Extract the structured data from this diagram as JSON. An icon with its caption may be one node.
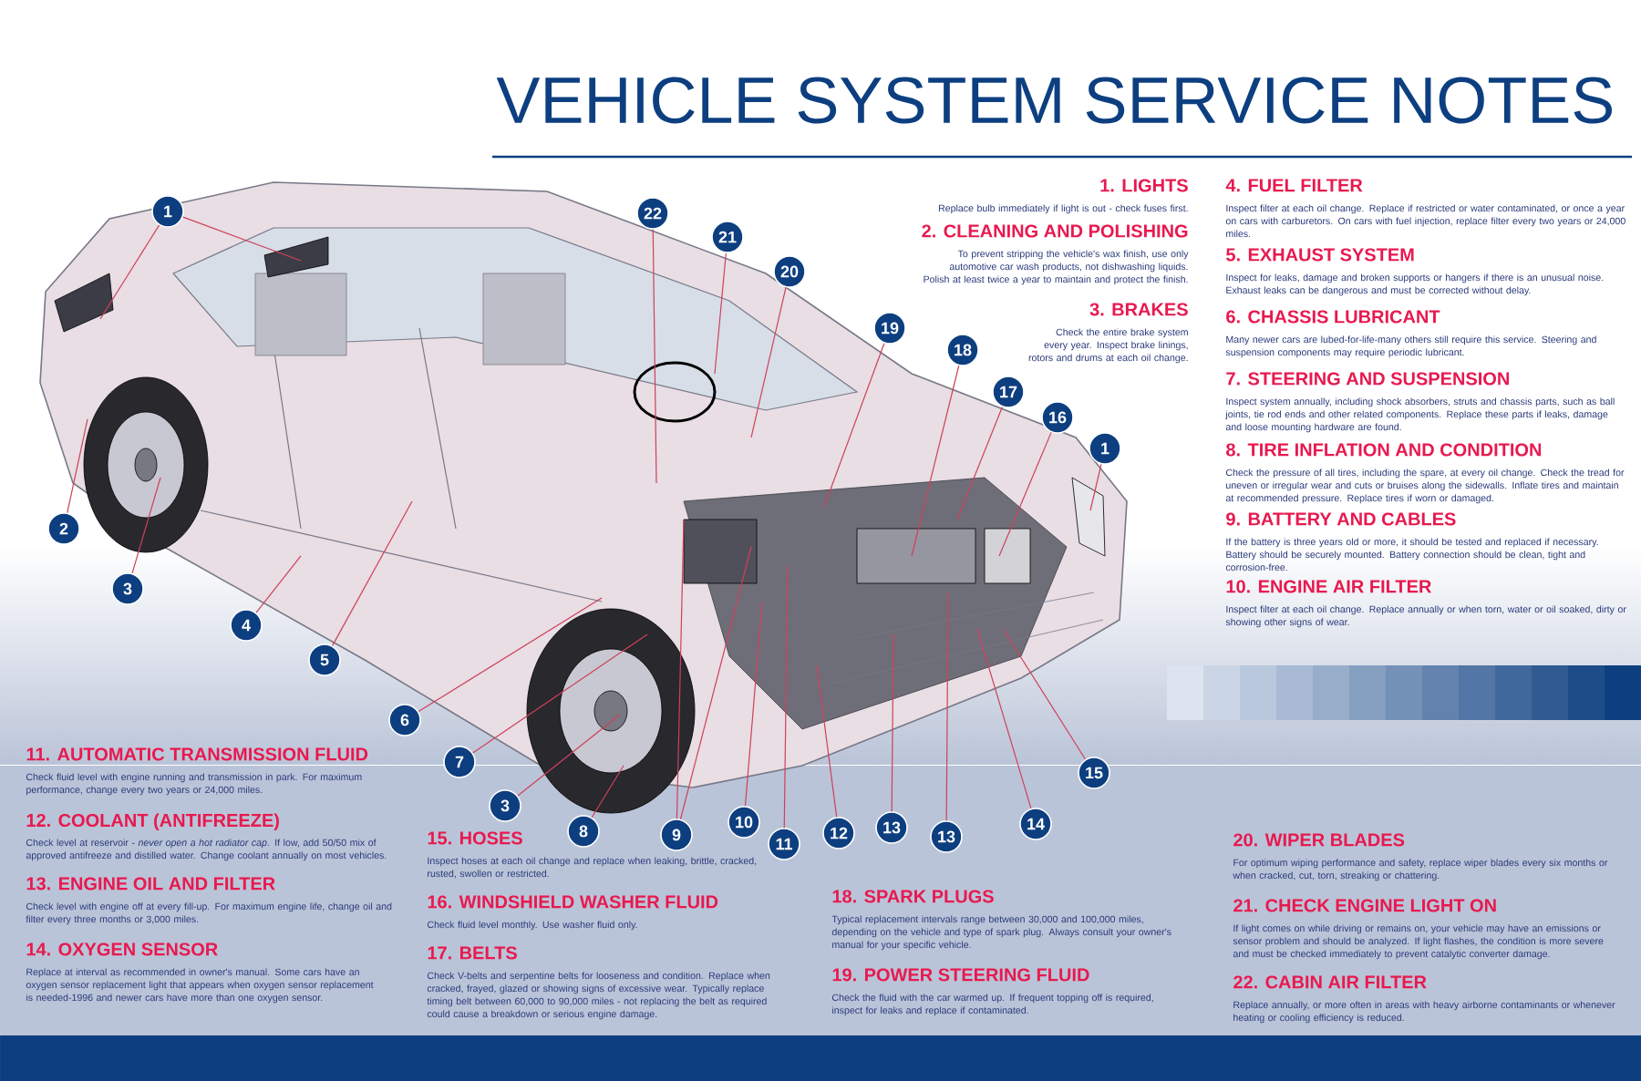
{
  "diagram": {
    "title": "VEHICLE SYSTEM SERVICE NOTES",
    "nodes": [
      {
        "text": [
          "1"
        ]
      },
      {
        "text": [
          "22"
        ]
      },
      {
        "text": [
          "21"
        ]
      },
      {
        "text": [
          "20"
        ]
      },
      {
        "text": [
          "19"
        ]
      },
      {
        "text": [
          "18"
        ]
      },
      {
        "text": [
          "17"
        ]
      },
      {
        "text": [
          "16"
        ]
      },
      {
        "text": [
          "1"
        ]
      },
      {
        "text": [
          "2"
        ]
      },
      {
        "text": [
          "3"
        ]
      },
      {
        "text": [
          "4"
        ]
      },
      {
        "text": [
          "5"
        ]
      },
      {
        "text": [
          "6"
        ]
      },
      {
        "text": [
          "7"
        ]
      },
      {
        "text": [
          "3"
        ]
      },
      {
        "text": [
          "8"
        ]
      },
      {
        "text": [
          "9"
        ]
      },
      {
        "text": [
          "10"
        ]
      },
      {
        "text": [
          "11"
        ]
      },
      {
        "text": [
          "12"
        ]
      },
      {
        "text": [
          "13"
        ]
      },
      {
        "text": [
          "13"
        ]
      },
      {
        "text": [
          "14"
        ]
      },
      {
        "text": [
          "15"
        ]
      }
    ],
    "edges": [
      {
        "from": 0,
        "to": null,
        "arrow": "none"
      },
      {
        "from": 0,
        "to": null,
        "arrow": "none"
      },
      {
        "from": 1,
        "to": null,
        "arrow": "none"
      },
      {
        "from": 2,
        "to": null,
        "arrow": "none"
      },
      {
        "from": 3,
        "to": null,
        "arrow": "none"
      },
      {
        "from": 4,
        "to": null,
        "arrow": "none"
      },
      {
        "from": 5,
        "to": null,
        "arrow": "none"
      },
      {
        "from": 6,
        "to": null,
        "arrow": "none"
      },
      {
        "from": 7,
        "to": null,
        "arrow": "none"
      },
      {
        "from": 8,
        "to": null,
        "arrow": "none"
      },
      {
        "from": 9,
        "to": null,
        "arrow": "none"
      },
      {
        "from": 10,
        "to": null,
        "arrow": "none"
      },
      {
        "from": 11,
        "to": null,
        "arrow": "none"
      },
      {
        "from": 12,
        "to": null,
        "arrow": "none"
      },
      {
        "from": 13,
        "to": null,
        "arrow": "none"
      },
      {
        "from": 14,
        "to": null,
        "arrow": "none"
      },
      {
        "from": 15,
        "to": null,
        "arrow": "none"
      },
      {
        "from": 16,
        "to": null,
        "arrow": "none"
      },
      {
        "from": 17,
        "to": null,
        "arrow": "none"
      },
      {
        "from": 17,
        "to": null,
        "arrow": "none"
      },
      {
        "from": 18,
        "to": null,
        "arrow": "none"
      },
      {
        "from": 19,
        "to": null,
        "arrow": "none"
      },
      {
        "from": 20,
        "to": null,
        "arrow": "none"
      },
      {
        "from": 21,
        "to": null,
        "arrow": "none"
      },
      {
        "from": 22,
        "to": null,
        "arrow": "none"
      },
      {
        "from": 23,
        "to": null,
        "arrow": "none"
      },
      {
        "from": 24,
        "to": null,
        "arrow": "none"
      }
    ],
    "labels": [
      "1. LIGHTS",
      "Replace bulb immediately if light is out - check fuses first.",
      "2. CLEANING AND POLISHING",
      "To prevent stripping the vehicle's wax finish, use only automotive car wash products, not dishwashing liquids. Polish at least twice a year to maintain and protect the finish.",
      "3. BRAKES",
      "Check the entire brake system every year. Inspect brake linings, rotors and drums at each oil change.",
      "4. FUEL FILTER",
      "Inspect filter at each oil change. Replace if restricted or water contaminated, or once a year on cars with carburetors. On cars with fuel injection, replace filter every two years or 24,000 miles.",
      "5. EXHAUST SYSTEM",
      "Inspect for leaks, damage and broken supports or hangers if there is an unusual noise. Exhaust leaks can be dangerous and must be corrected without delay.",
      "6. CHASSIS LUBRICANT",
      "Many newer cars are lubed-for-life-many others still require this service. Steering and suspension components may require periodic lubricant.",
      "7. STEERING AND SUSPENSION",
      "Inspect system annually, including shock absorbers, struts and chassis parts, such as ball joints, tie rod ends and other related components. Replace these parts if leaks, damage and loose mounting hardware are found.",
      "8. TIRE INFLATION AND CONDITION",
      "Check the pressure of all tires, including the spare, at every oil change. Check the tread for uneven or irregular wear and cuts or bruises along the sidewalls. Inflate tires and maintain at recommended pressure. Replace tires if worn or damaged.",
      "9. BATTERY AND CABLES",
      "If the battery is three years old or more, it should be tested and replaced if necessary. Battery should be securely mounted. Battery connection should be clean, tight and corrosion-free.",
      "10. ENGINE AIR FILTER",
      "Inspect filter at each oil change. Replace annually or when torn, water or oil soaked, dirty or showing other signs of wear.",
      "11. AUTOMATIC TRANSMISSION FLUID",
      "Check fluid level with engine running and transmission in park. For maximum performance, change every two years or 24,000 miles.",
      "12. COOLANT (ANTIFREEZE)",
      "Check level at reservoir - *never open a hot radiator cap*. If low, add 50/50 mix of approved antifreeze and distilled water. Change coolant annually on most vehicles.",
      "13. ENGINE OIL AND FILTER",
      "Check level with engine off at every fill-up. For maximum engine life, change oil and filter every three months or 3,000 miles.",
      "14. OXYGEN SENSOR",
      "Replace at interval as recommended in owner's manual. Some cars have an oxygen sensor replacement light that appears when oxygen sensor replacement is needed-1996 and newer cars have more than one oxygen sensor.",
      "15. HOSES",
      "Inspect hoses at each oil change and replace when leaking, brittle, cracked, rusted, swollen or restricted.",
      "16. WINDSHIELD WASHER FLUID",
      "Check fluid level monthly. Use washer fluid only.",
      "17. BELTS",
      "Check V-belts and serpentine belts for looseness and condition. Replace when cracked, frayed, glazed or showing signs of excessive wear. Typically replace timing belt between 60,000 to 90,000 miles - not replacing the belt as required could cause a breakdown or serious engine damage.",
      "18. SPARK PLUGS",
      "Typical replacement intervals range between 30,000 and 100,000 miles, depending on the vehicle and type of spark plug. Always consult your owner's manual for your specific vehicle.",
      "19. POWER STEERING FLUID",
      "Check the fluid with the car warmed up. If frequent topping off is required, inspect for leaks and replace if contaminated.",
      "20. WIPER BLADES",
      "For optimum wiping performance and safety, replace wiper blades every six months or when cracked, cut, torn, streaking or chattering.",
      "21. CHECK ENGINE LIGHT ON",
      "If light comes on while driving or remains on, your vehicle may have an emissions or sensor problem and should be analyzed. If light flashes, the condition is more severe and must be checked immediately to prevent catalytic converter damage.",
      "22. CABIN AIR FILTER",
      "Replace annually, or more often in areas with heavy airborne contaminants or whenever heating or cooling efficiency is reduced."
    ]
  }
}
